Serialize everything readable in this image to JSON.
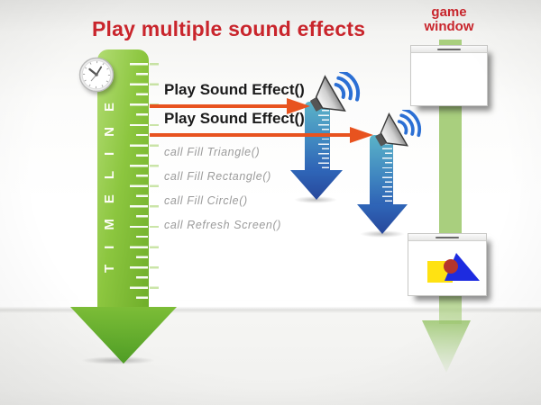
{
  "title": "Play multiple sound effects",
  "timeline": {
    "label": "TIMELINE"
  },
  "events": {
    "sound_calls": [
      "Play Sound Effect()",
      "Play Sound Effect()"
    ],
    "draw_calls": [
      "call Fill Triangle()",
      "call Fill Rectangle()",
      "call Fill Circle()",
      "call Refresh Screen()"
    ]
  },
  "game_window": {
    "label": "game\nwindow"
  },
  "colors": {
    "title_red": "#c9252c",
    "arrow_orange": "#e8531f",
    "timeline_green": "#8cc63f",
    "game_flow_green": "#a9cf7e",
    "sound_teal": "#5bb4c8",
    "sound_blue": "#2e62b5",
    "sound_wave_blue": "#2b6fd4",
    "shape_yellow": "#ffe212",
    "shape_red": "#b5352c",
    "shape_blue": "#1d2be0"
  }
}
